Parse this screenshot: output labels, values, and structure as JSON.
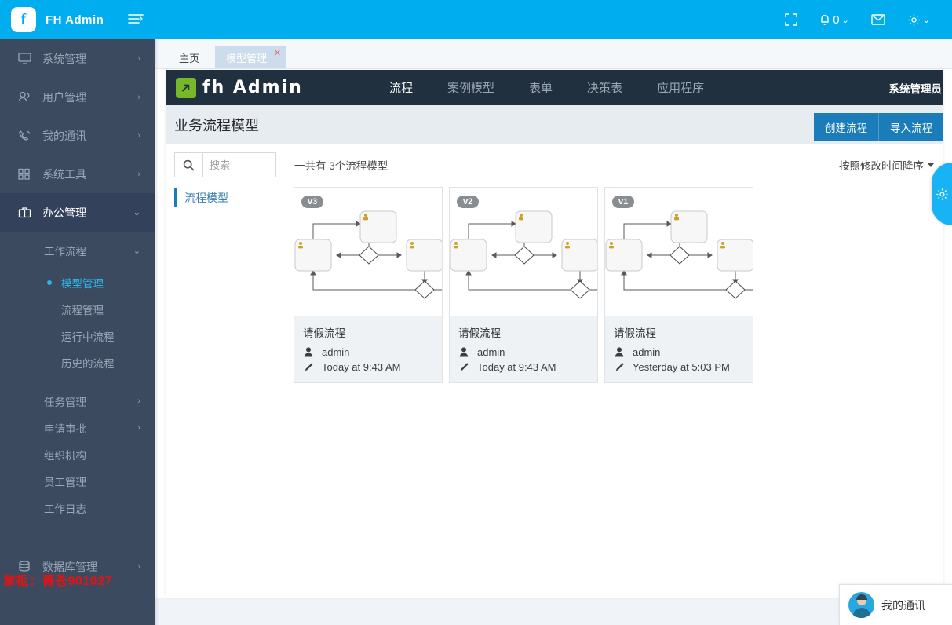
{
  "brand": {
    "logo_glyph": "f",
    "title": "FH Admin",
    "toggle_icon": "menu-icon"
  },
  "sidebar": {
    "items": [
      {
        "label": "系统管理",
        "icon": "monitor-icon",
        "arrow": "›"
      },
      {
        "label": "用户管理",
        "icon": "users-icon",
        "arrow": "›"
      },
      {
        "label": "我的通讯",
        "icon": "phone-icon",
        "arrow": "›"
      },
      {
        "label": "系统工具",
        "icon": "grid-icon",
        "arrow": "›"
      },
      {
        "label": "办公管理",
        "icon": "briefcase-icon",
        "arrow": "⌄"
      }
    ],
    "workflow_head": {
      "label": "工作流程",
      "arrow": "⌄"
    },
    "workflow_items": [
      {
        "label": "模型管理",
        "current": true
      },
      {
        "label": "流程管理",
        "current": false
      },
      {
        "label": "运行中流程",
        "current": false
      },
      {
        "label": "历史的流程",
        "current": false
      }
    ],
    "office_items": [
      {
        "label": "任务管理",
        "arrow": "›"
      },
      {
        "label": "申请审批",
        "arrow": "›"
      },
      {
        "label": "组织机构",
        "arrow": ""
      },
      {
        "label": "员工管理",
        "arrow": ""
      },
      {
        "label": "工作日志",
        "arrow": ""
      }
    ],
    "db_item": {
      "label": "数据库管理",
      "icon": "database-icon",
      "arrow": "›"
    },
    "watermark": "掌柜：菁苍901027"
  },
  "topbar": {
    "fullscreen": {
      "name": "fullscreen-icon"
    },
    "notifications": {
      "name": "bell-icon",
      "count": "0",
      "caret": "⌄"
    },
    "mail": {
      "name": "mail-icon"
    },
    "settings": {
      "name": "gear-icon",
      "caret": "⌄"
    }
  },
  "tabs": [
    {
      "label": "主页",
      "selected": false,
      "closable": false
    },
    {
      "label": "模型管理",
      "selected": true,
      "closable": true,
      "close": "✕"
    }
  ],
  "fhnav": {
    "logo_mark": "↗",
    "logo_text": "fh Admin",
    "links": [
      {
        "label": "流程",
        "active": true
      },
      {
        "label": "案例模型",
        "active": false
      },
      {
        "label": "表单",
        "active": false
      },
      {
        "label": "决策表",
        "active": false
      },
      {
        "label": "应用程序",
        "active": false
      }
    ],
    "user": "系统管理员"
  },
  "page": {
    "title": "业务流程模型",
    "create_button": "创建流程",
    "import_button": "导入流程",
    "search_placeholder": "搜索",
    "search_value": "",
    "search_icon": "search-icon",
    "count_text": "一共有 3个流程模型",
    "sort_label": "按照修改时间降序",
    "left_pane_item": "流程模型"
  },
  "cards": [
    {
      "version": "v3",
      "title": "请假流程",
      "author": "admin",
      "modified": "Today at 9:43 AM"
    },
    {
      "version": "v2",
      "title": "请假流程",
      "author": "admin",
      "modified": "Today at 9:43 AM"
    },
    {
      "version": "v1",
      "title": "请假流程",
      "author": "admin",
      "modified": "Yesterday at 5:03 PM"
    }
  ],
  "side_tab": {
    "icon": "gear-icon"
  },
  "chat": {
    "label": "我的通讯",
    "avatar": "user-avatar"
  },
  "colors": {
    "brand_blue": "#00aef0",
    "sidebar_bg": "#3b4a5f",
    "sidebar_active": "#33415a",
    "accent_cyan": "#2bb7e8",
    "nav_dark": "#21303f",
    "logo_green": "#76b82a",
    "button_blue": "#1a7cb8",
    "watermark_red": "#e01414"
  }
}
